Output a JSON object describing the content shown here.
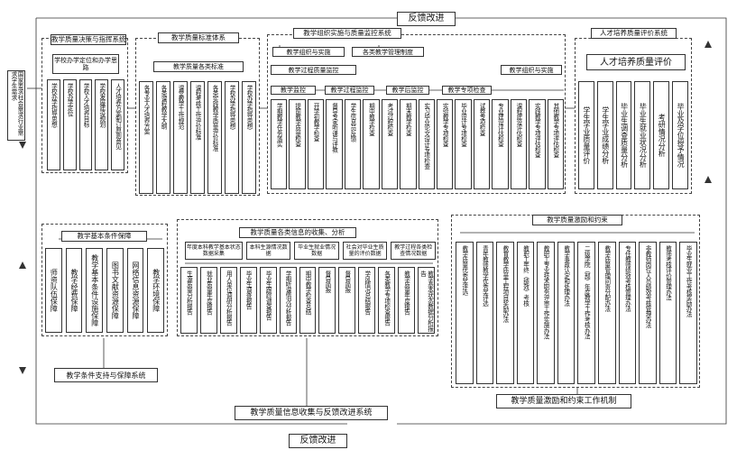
{
  "feedback_top": "反馈改进",
  "feedback_bottom": "反馈改进",
  "left_vertical": "国家要求社会需求行业需求学生需求",
  "decision": {
    "title": "教学质量决策与指挥系统",
    "sub": "学校办学定位和办学思路",
    "items": [
      "学校办学指导思想",
      "学校办学定位",
      "学校人才培养目标",
      "学校发展建设规划",
      "人才培养方案制订原则意见"
    ]
  },
  "standard": {
    "title": "教学质量标准体系",
    "sub": "教学质量各类标准",
    "items": [
      "各专业人才培养方案",
      "各类课程教学大纲",
      "课堂教学工作规范",
      "课程考核工作评价标准",
      "各类实践教学质量评价标准",
      "学校办学指导思想",
      "学校办学指导思想"
    ]
  },
  "monitor": {
    "title": "教学组织实施与质量监控系统",
    "org_sub": "教学组织与实施",
    "mgmt_rules": "各类教学管理制度",
    "process_monitor": "教学过程质量监控",
    "org_impl": "教学组织与实施",
    "groups": [
      {
        "label": "教学监控",
        "items": [
          "学期教学任务落实",
          "提前教学质量检查",
          "开学初教学检查"
        ]
      },
      {
        "label": "教学过程监控",
        "items": [
          "督导专家听课与评教",
          "学生信息员反馈"
        ]
      },
      {
        "label": "教学后监控",
        "items": [
          "期中教学检查",
          "考试过程检查",
          "期末教学检查"
        ]
      },
      {
        "label": "教学专项检查",
        "items": [
          "实习毕业论文设计专项检查",
          "实验教学专项检查",
          "毕业设计专项检查",
          "试卷专项检查"
        ]
      },
      {
        "label": "",
        "items": [
          "专业建设评估检查",
          "课程建设评估检查",
          "实践教学专项评估检查",
          "其他教学专项评估检查"
        ]
      }
    ]
  },
  "talent": {
    "title": "人才培养质量评价系统",
    "sub": "人才培养质量评价",
    "items": [
      "学生学业质量评价",
      "学生学业成绩分析",
      "毕业生调查质量分析",
      "毕业生就业状况分析",
      "考研情况分析",
      "毕业及学位授予情况"
    ]
  },
  "basic": {
    "title": "教学基本条件保障",
    "items": [
      "师资队伍保障",
      "教学经费保障",
      "教学基本条件设施保障",
      "图书文献资源保障",
      "网络信息资源保障",
      "教学环境保障"
    ]
  },
  "collect": {
    "title": "教学质量各类信息的收集、分析",
    "top_items": [
      "年度本科教学基本状态数据采集",
      "本科生源情况数据",
      "毕业生就业情况数据",
      "社会对毕业生质量的评价数据",
      "教学过程各类检查情况数据"
    ],
    "items": [
      "生源质量分析报告",
      "就业质量年度报告",
      "用人单位调研分析报告",
      "毕业生调查报告",
      "毕业生跟踪调查报告",
      "学期听课情况分析报告",
      "期中教学检查总结",
      "督导简报",
      "督导简报",
      "学风情况总结报告",
      "各类教学专项检查报告",
      "教学质量年度报告",
      "教学基本状态数据分析报告"
    ]
  },
  "incentive": {
    "title": "教学质量激励和约束",
    "items": [
      "教学质量优秀奖评选",
      "青年教师教学优秀奖评选",
      "教育教学质量工程项目奖励办法",
      "教职工年终（绩效）考核",
      "教职工专业技术职务评审工作实施办法",
      "教学事故认定和处理办法",
      "二级学院（部）年度教学工作考核办法",
      "教学质量管理问责分配办法",
      "专任教师绩效考核管理办法",
      "非教师岗位人员绩效考核管理办法",
      "教师考核评价管理办法",
      "毕业生就业工作考核奖励办法"
    ]
  },
  "bottom": {
    "support": "教学条件支持与保障系统",
    "info": "教学质量信息收集与反馈改进系统",
    "mech": "教学质量激励和约束工作机制"
  }
}
